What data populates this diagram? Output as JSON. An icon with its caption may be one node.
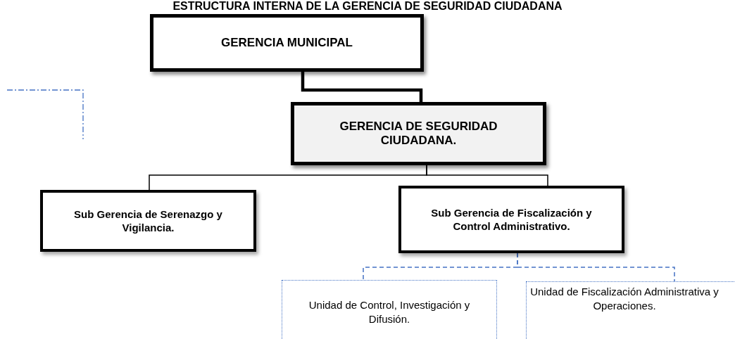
{
  "diagram": {
    "title": "ESTRUCTURA INTERNA DE LA GERENCIA DE SEGURIDAD CIUDADANA",
    "nodes": [
      {
        "text": [
          "GERENCIA MUNICIPAL"
        ]
      },
      {
        "text": [
          "GERENCIA DE SEGURIDAD CIUDADANA."
        ]
      },
      {
        "text": [
          "Sub Gerencia de Serenazgo y Vigilancia."
        ]
      },
      {
        "text": [
          "Sub Gerencia de Fiscalización y Control Administrativo."
        ]
      },
      {
        "text": [
          "Unidad de Control, Investigación y Difusión."
        ]
      },
      {
        "text": [
          "Unidad de Fiscalización Administrativa y Operaciones."
        ]
      }
    ],
    "edges": [
      {
        "from": 0,
        "to": 1,
        "arrow": "none",
        "style": "thick"
      },
      {
        "from": 1,
        "to": 2,
        "arrow": "none"
      },
      {
        "from": 1,
        "to": 3,
        "arrow": "none"
      },
      {
        "from": 3,
        "to": 4,
        "arrow": "none",
        "style": "dashed",
        "color": "#4472c4"
      },
      {
        "from": 3,
        "to": 5,
        "arrow": "none",
        "style": "dashed",
        "color": "#4472c4"
      }
    ]
  }
}
